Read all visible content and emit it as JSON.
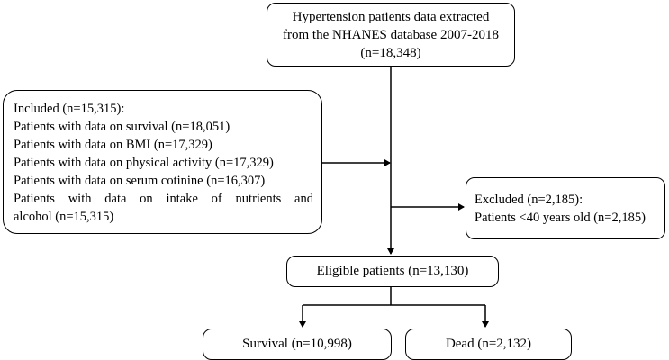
{
  "top_box": {
    "lines": [
      "Hypertension patients data extracted",
      "from the NHANES database 2007-2018",
      "(n=18,348)"
    ]
  },
  "included_box": {
    "lines": [
      "Included (n=15,315):",
      "Patients with data on survival  (n=18,051)",
      "Patients with data on BMI (n=17,329)",
      "Patients with data on physical activity  (n=17,329)",
      "Patients with data on serum cotinine  (n=16,307)",
      "Patients with data on intake of nutrients and",
      "alcohol (n=15,315)"
    ]
  },
  "excluded_box": {
    "lines": [
      "Excluded  (n=2,185):",
      "Patients <40 years old (n=2,185)"
    ]
  },
  "eligible_box": {
    "label": "Eligible  patients  (n=13,130)"
  },
  "survival_box": {
    "label": "Survival  (n=10,998)"
  },
  "dead_box": {
    "label": "Dead (n=2,132)"
  },
  "colors": {
    "stroke": "#000000",
    "background": "#ffffff"
  }
}
